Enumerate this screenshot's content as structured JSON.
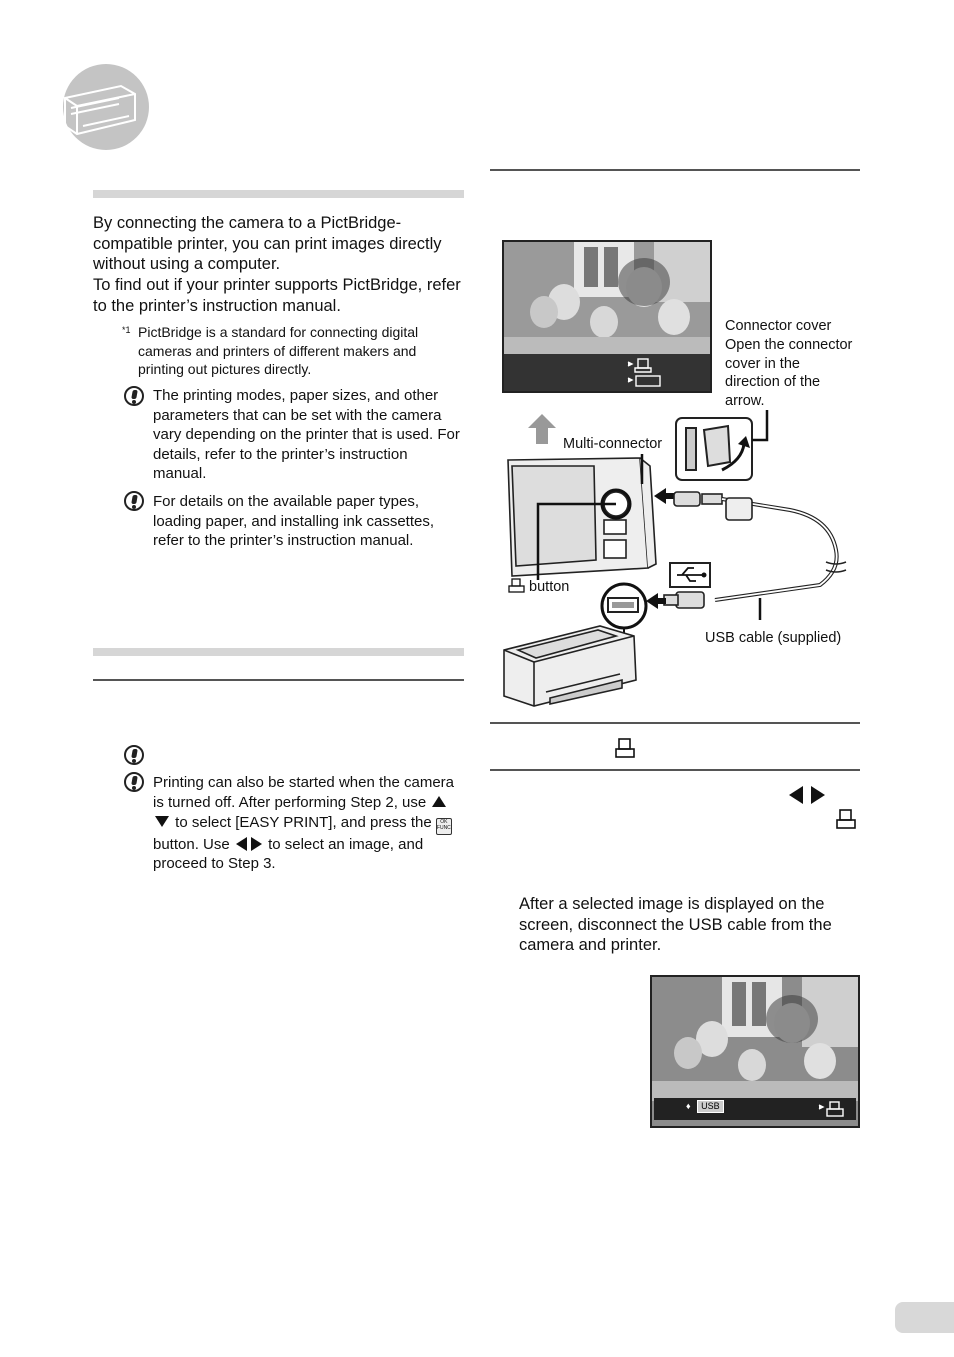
{
  "colors": {
    "rule_gray": "#d6d6d6",
    "badge_gray": "#c4c4c4",
    "text": "#111111"
  },
  "intro": {
    "para1": "By connecting the camera to a PictBridge-compatible printer, you can print images directly without using a computer.",
    "para2": "To find out if your printer supports PictBridge, refer to the printer’s instruction manual.",
    "footnote_mark": "*1",
    "footnote": "PictBridge is a standard for connecting digital cameras and printers of different makers and printing out pictures directly.",
    "note1": "The printing modes, paper sizes, and other parameters that can be set with the camera vary depending on the printer that is used. For details, refer to the printer’s instruction manual.",
    "note2": "For details on the available paper types, loading paper, and installing ink cassettes, refer to the printer’s instruction manual."
  },
  "left_notes": {
    "note3": "",
    "note4_a": "Printing can also be started when the camera is turned off. After performing Step 2, use",
    "note4_b": "to select [EASY PRINT], and press the",
    "note4_c": "button. Use",
    "note4_d": "to select an image, and proceed to Step 3."
  },
  "diagram": {
    "connector_cover": "Connector cover",
    "connector_instr": "Open the connector cover in the direction of the arrow.",
    "multi_connector": "Multi-connector",
    "print_button": "button",
    "usb_cable": "USB cable (supplied)"
  },
  "steps": {
    "after_text": "After a selected image is displayed on the screen, disconnect the USB cable from the camera and printer."
  },
  "screen2": {
    "usb_label": "USB"
  },
  "icons": [
    "print-icon",
    "caution-icon",
    "arrow-left-icon",
    "arrow-right-icon",
    "arrow-up-icon",
    "arrow-down-icon",
    "ok-func-icon",
    "usb-icon"
  ]
}
